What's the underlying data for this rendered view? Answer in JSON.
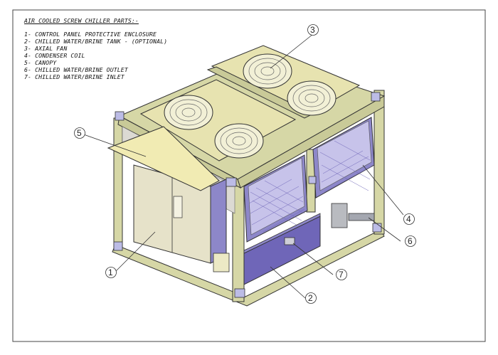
{
  "legend": {
    "title": "AIR COOLED SCREW CHILLER PARTS:-",
    "items": [
      "1- CONTROL PANEL PROTECTIVE ENCLOSURE",
      "2- CHILLED WATER/BRINE TANK - (OPTIONAL)",
      "3- AXIAL FAN",
      "4- CONDENSER COIL",
      "5- CANOPY",
      "6- CHILLED WATER/BRINE  OUTLET",
      "7- CHILLED WATER/BRINE INLET"
    ]
  },
  "callouts": [
    "1",
    "2",
    "3",
    "4",
    "5",
    "6",
    "7"
  ],
  "colors": {
    "frame_fill": "#d6d7a6",
    "frame_dark": "#b3b48a",
    "fan_deck": "#e7e3b0",
    "coil_purple": "#8d87c9",
    "coil_light": "#c7c3ea",
    "tank_blue": "#6f66b8",
    "canopy": "#f1ebb3",
    "panel": "#e6e2c9",
    "corner_block": "#bcbce6",
    "line": "#333333"
  }
}
